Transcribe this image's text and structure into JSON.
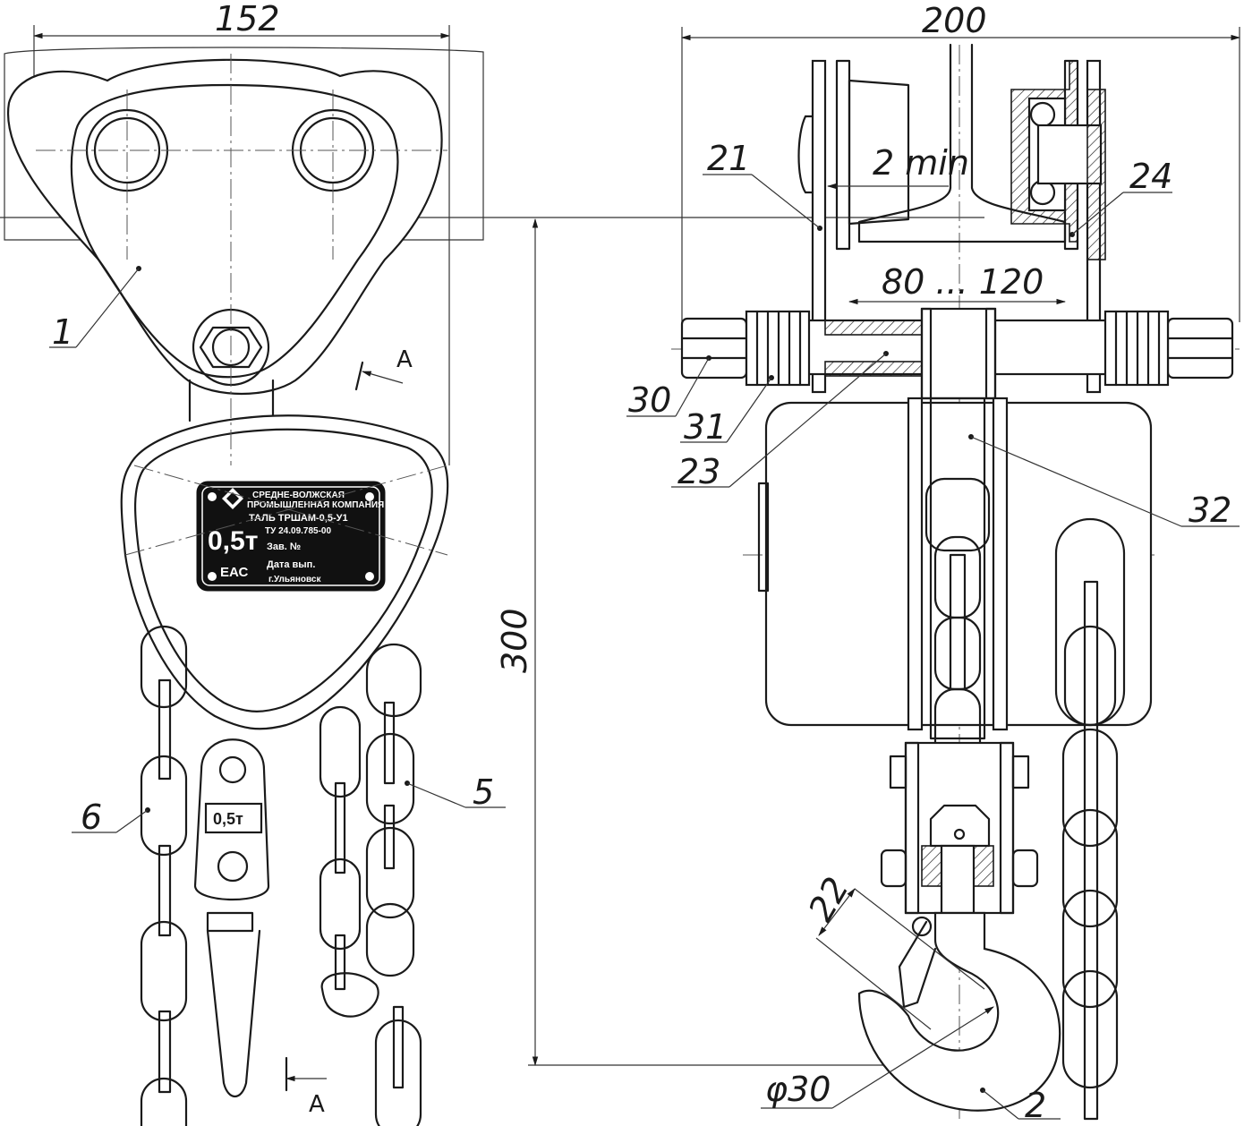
{
  "dimensions": {
    "body_width": "152",
    "total_width": "200",
    "flange_gap": "2 min",
    "beam_range": "80 ... 120",
    "lift_height": "300",
    "hook_throat": "22",
    "hook_diameter": "φ30"
  },
  "section_marks": {
    "top": "A",
    "bottom": "A"
  },
  "callouts": {
    "body": "1",
    "hook": "2",
    "hand_chain": "5",
    "load_chain": "6",
    "trolley_plate": "21",
    "axle": "23",
    "bearing_wheel": "24",
    "nut": "30",
    "washer_pack": "31",
    "suspension": "32"
  },
  "nameplate": {
    "company_line1": "СРЕДНЕ-ВОЛЖСКАЯ",
    "company_line2": "ПРОМЫШЛЕННАЯ КОМПАНИЯ",
    "model": "ТАЛЬ ТРШАМ-0,5-У1",
    "spec": "ТУ 24.09.785-00",
    "capacity": "0,5т",
    "serial_label": "Зав. №",
    "date_label": "Дата вып.",
    "city": "г.Ульяновск",
    "cert_mark": "ЕАС"
  },
  "hook_tag": "0,5т",
  "colors": {
    "line": "#1a1a1a",
    "plate": "#111111",
    "background": "#ffffff"
  }
}
